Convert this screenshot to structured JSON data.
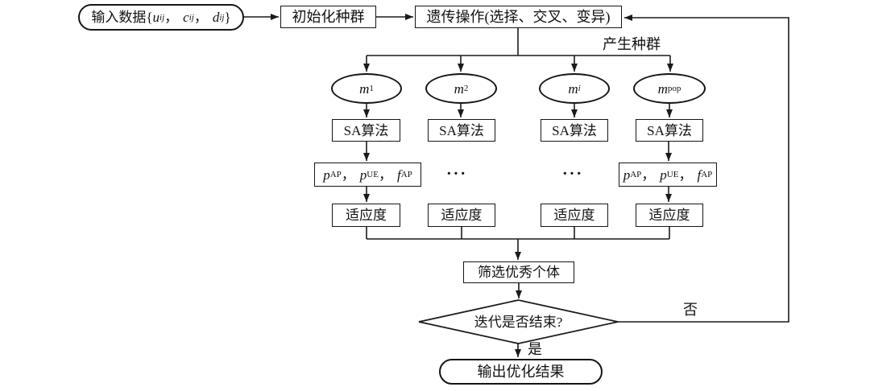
{
  "colors": {
    "background": "#ffffff",
    "line": "#1a1a1a",
    "text": "#111111"
  },
  "flowchart": {
    "start": {
      "prefix": "输入数据{",
      "vars": [
        {
          "base": "u",
          "sub": "ij",
          "sep": "，"
        },
        {
          "base": "c",
          "sub": "ij",
          "sep": "，"
        },
        {
          "base": "d",
          "sub": "ij",
          "sep": ""
        }
      ],
      "suffix": "}"
    },
    "init_label": "初始化种群",
    "genetic_label": "遗传操作(选择、交叉、变异)",
    "branch_label": "产生种群",
    "chromosomes": [
      {
        "base": "m",
        "sub": "1"
      },
      {
        "base": "m",
        "sub": "2"
      },
      {
        "base": "m",
        "sub": "i"
      },
      {
        "base": "m",
        "sub": "pop"
      }
    ],
    "sa_labels": [
      "SA算法",
      "SA算法",
      "SA算法",
      "SA算法"
    ],
    "result_boxes": [
      {
        "items": [
          {
            "base": "p",
            "sup": "AP",
            "sep": "，"
          },
          {
            "base": "p",
            "sup": "UE",
            "sep": "，"
          },
          {
            "base": "f",
            "sup": "AP",
            "sep": ""
          }
        ]
      },
      {
        "items": [
          {
            "base": "p",
            "sup": "AP",
            "sep": "，"
          },
          {
            "base": "p",
            "sup": "UE",
            "sep": "，"
          },
          {
            "base": "f",
            "sup": "AP",
            "sep": ""
          }
        ]
      }
    ],
    "ellipsis": [
      "···",
      "···"
    ],
    "fitness_labels": [
      "适应度",
      "适应度",
      "适应度",
      "适应度"
    ],
    "select_label": "筛选优秀个体",
    "decision_label": "迭代是否结束?",
    "no_label": "否",
    "yes_label": "是",
    "output_label": "输出优化结果"
  }
}
